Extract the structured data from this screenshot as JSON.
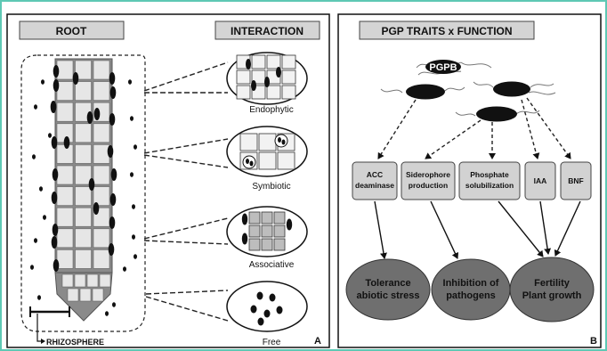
{
  "panel_a": {
    "header_left": "ROOT",
    "header_right": "INTERACTION",
    "interactions": [
      "Endophytic",
      "Symbiotic",
      "Associative",
      "Free"
    ],
    "rhizosphere_label": "RHIZOSPHERE",
    "panel_letter": "A"
  },
  "panel_b": {
    "header": "PGP TRAITS x FUNCTION",
    "pgpb_label": "PGPB",
    "traits": [
      {
        "line1": "ACC",
        "line2": "deaminase"
      },
      {
        "line1": "Siderophore",
        "line2": "production"
      },
      {
        "line1": "Phosphate",
        "line2": "solubilization"
      },
      {
        "line1": "IAA",
        "line2": ""
      },
      {
        "line1": "BNF",
        "line2": ""
      }
    ],
    "functions": [
      {
        "line1": "Tolerance",
        "line2": "abiotic stress"
      },
      {
        "line1": "Inhibition of",
        "line2": "pathogens"
      },
      {
        "line1": "Fertility",
        "line2": "Plant growth"
      }
    ],
    "panel_letter": "B"
  },
  "colors": {
    "frame": "#5ec8b4",
    "header_fill": "#d4d4d4",
    "trait_fill": "#d2d2d2",
    "function_fill": "#6f6f6f",
    "root_fill": "#8a8a8a",
    "cell_fill": "#e6e6e6",
    "bacteria": "#111111"
  }
}
